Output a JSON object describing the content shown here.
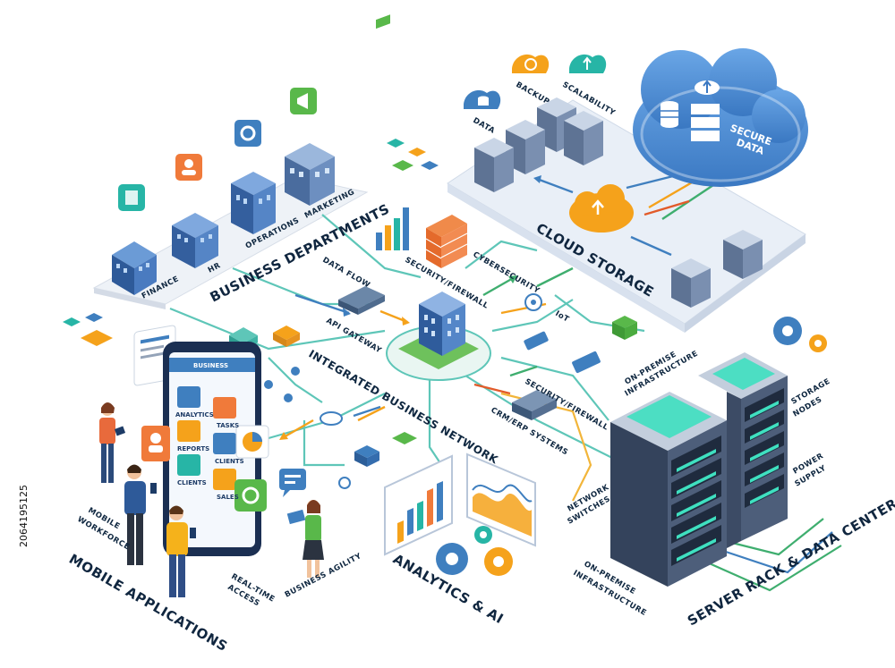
{
  "sections": {
    "business_departments": "BUSINESS DEPARTMENTS",
    "cloud_storage": "CLOUD STORAGE",
    "integrated_network": "INTEGRATED BUSINESS NETWORK",
    "mobile_applications": "MOBILE APPLICATIONS",
    "analytics_ai": "ANALYTICS & AI",
    "server_rack": "SERVER RACK & DATA CENTER"
  },
  "departments": [
    "FINANCE",
    "HR",
    "OPERATIONS",
    "MARKETING"
  ],
  "cloud": {
    "icons": [
      "DATA",
      "BACKUP",
      "SCALABILITY"
    ],
    "secure_line1": "SECURE",
    "secure_line2": "DATA"
  },
  "network_labels": {
    "data_flow": "DATA FLOW",
    "security_firewall_top": "SECURITY/FIREWALL",
    "cybersecurity": "CYBERSECURITY",
    "api_gateway": "API GATEWAY",
    "iot": "IoT",
    "security_firewall_mid": "SECURITY/FIREWALL",
    "crm_erp": "CRM/ERP SYSTEMS"
  },
  "server_labels": {
    "on_premise_top_1": "ON-PREMISE",
    "on_premise_top_2": "INFRASTRUCTURE",
    "storage_1": "STORAGE",
    "storage_2": "NODES",
    "power_1": "POWER",
    "power_2": "SUPPLY",
    "network_1": "NETWORK",
    "network_2": "SWITCHES",
    "on_premise_bot_1": "ON-PREMISE",
    "on_premise_bot_2": "INFRASTRUCTURE"
  },
  "mobile_labels": {
    "workforce_1": "MOBILE",
    "workforce_2": "WORKFORCE",
    "realtime_1": "REAL-TIME",
    "realtime_2": "ACCESS",
    "agility": "BUSINESS AGILITY"
  },
  "app_screen": {
    "header": "BUSINESS",
    "tiles": [
      "ANALYTICS",
      "TASKS",
      "REPORTS",
      "CLIENTS",
      "CLIENTS",
      "SALES"
    ]
  },
  "watermark": "2064195125",
  "colors": {
    "navy": "#1d3b66",
    "teal": "#27b5a6",
    "orange": "#f5a21b",
    "cloud_blue": "#4f8fd6",
    "green": "#59b84a",
    "server_glow": "#3fe0c0"
  }
}
